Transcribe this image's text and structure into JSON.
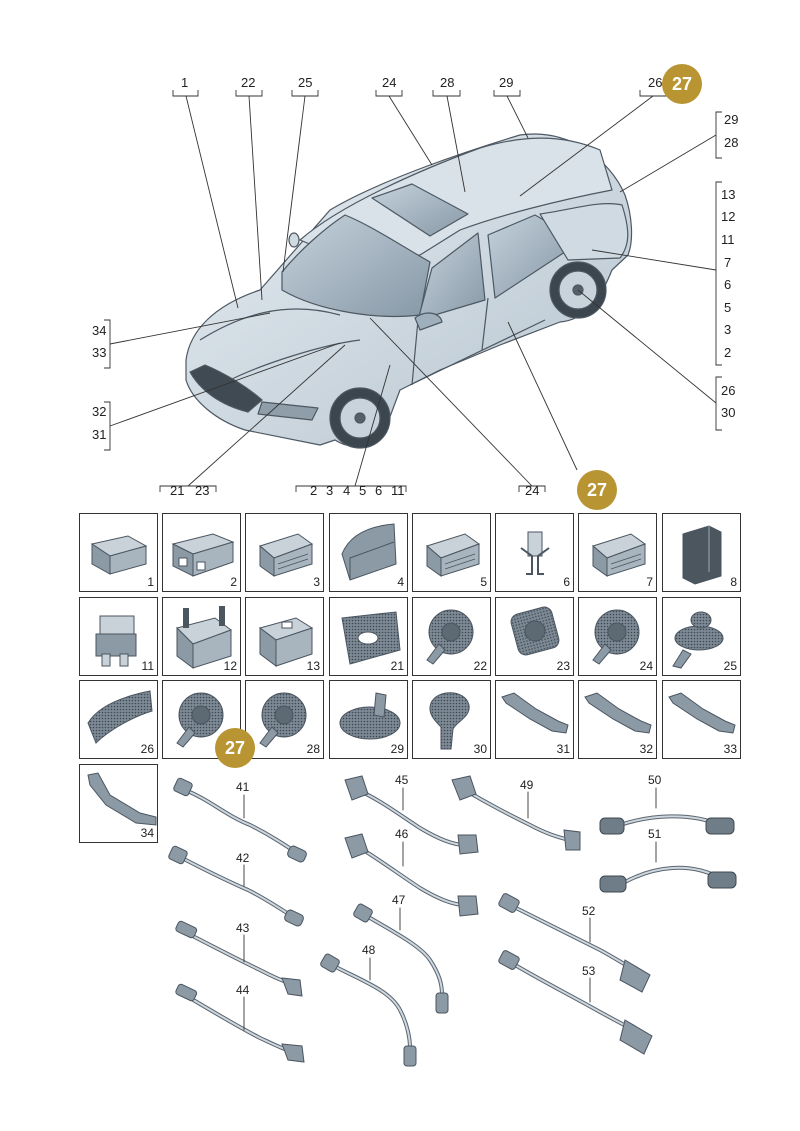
{
  "callouts_top": [
    "1",
    "22",
    "25",
    "24",
    "28",
    "29",
    "26"
  ],
  "callouts_right": [
    {
      "group": [
        "29",
        "28"
      ]
    },
    {
      "group": [
        "13",
        "12",
        "11",
        "7",
        "6",
        "5",
        "3",
        "2"
      ]
    },
    {
      "group": [
        "26",
        "30"
      ]
    }
  ],
  "callouts_left": [
    {
      "group": [
        "34",
        "33"
      ]
    },
    {
      "group": [
        "32",
        "31"
      ]
    }
  ],
  "callouts_bottom": [
    {
      "group": [
        "21",
        "23"
      ]
    },
    {
      "group": [
        "2",
        "3",
        "4",
        "5",
        "6",
        "11"
      ]
    },
    {
      "group": [
        "24"
      ]
    }
  ],
  "badges": {
    "top": "27",
    "mid": "27",
    "grid": "27"
  },
  "grid_cells": [
    "1",
    "2",
    "3",
    "4",
    "5",
    "6",
    "7",
    "8",
    "11",
    "12",
    "13",
    "21",
    "22",
    "23",
    "24",
    "25",
    "26",
    "",
    "28",
    "29",
    "30",
    "31",
    "32",
    "33",
    "34"
  ],
  "wire_labels": [
    "41",
    "42",
    "43",
    "44",
    "45",
    "46",
    "47",
    "48",
    "49",
    "50",
    "51",
    "52",
    "53"
  ],
  "colors": {
    "badge": "#b89433",
    "line": "#333333",
    "part": "#8c9aa5",
    "part_dark": "#4a5560"
  }
}
